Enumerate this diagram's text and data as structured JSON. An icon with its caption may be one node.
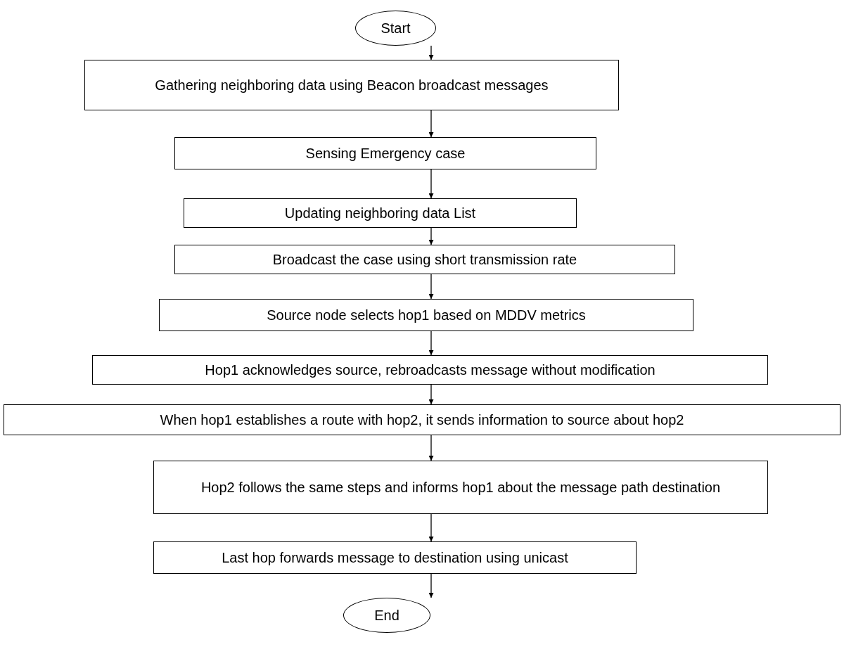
{
  "diagram": {
    "nodes": [
      {
        "text": [
          "Start"
        ]
      },
      {
        "text": [
          "Gathering neighboring data using Beacon broadcast messages"
        ]
      },
      {
        "text": [
          "Sensing Emergency case"
        ]
      },
      {
        "text": [
          "Updating neighboring data List"
        ]
      },
      {
        "text": [
          "Broadcast the case using short transmission rate"
        ]
      },
      {
        "text": [
          "Source node selects hop1 based on MDDV metrics"
        ]
      },
      {
        "text": [
          "Hop1 acknowledges source, rebroadcasts message without modification"
        ]
      },
      {
        "text": [
          "When hop1 establishes a route with hop2, it sends information to source about hop2"
        ]
      },
      {
        "text": [
          "Hop2 follows the same steps and informs hop1 about the message path destination"
        ]
      },
      {
        "text": [
          "Last hop forwards message to destination using unicast"
        ]
      },
      {
        "text": [
          "End"
        ]
      }
    ],
    "edges": [
      {
        "from": 0,
        "to": 1,
        "arrow": "to"
      },
      {
        "from": 1,
        "to": 2,
        "arrow": "to"
      },
      {
        "from": 2,
        "to": 3,
        "arrow": "to"
      },
      {
        "from": 3,
        "to": 4,
        "arrow": "to"
      },
      {
        "from": 4,
        "to": 5,
        "arrow": "to"
      },
      {
        "from": 5,
        "to": 6,
        "arrow": "to"
      },
      {
        "from": 6,
        "to": 7,
        "arrow": "to"
      },
      {
        "from": 7,
        "to": 8,
        "arrow": "to"
      },
      {
        "from": 8,
        "to": 9,
        "arrow": "to"
      },
      {
        "from": 9,
        "to": 10,
        "arrow": "to"
      }
    ]
  }
}
